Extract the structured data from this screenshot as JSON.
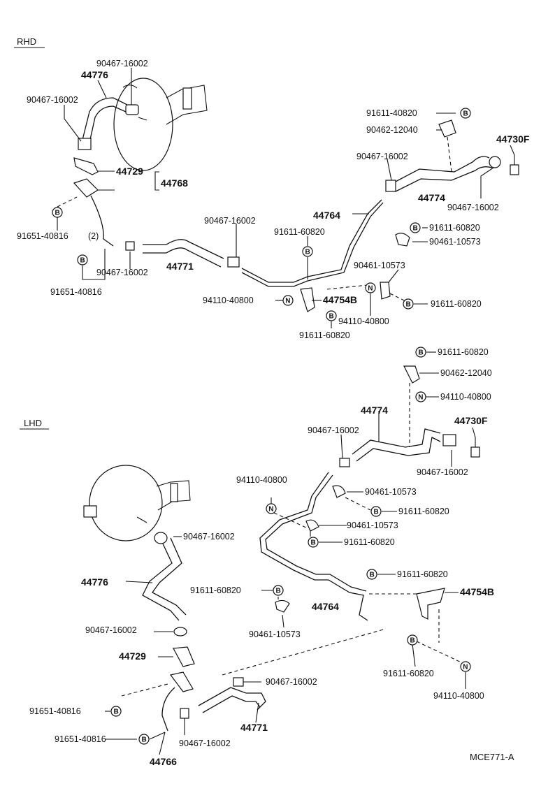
{
  "sections": {
    "rhd": "RHD",
    "lhd": "LHD"
  },
  "drawing_code": "MCE771-A",
  "symbols": {
    "bolt": "B",
    "nut": "N"
  },
  "rhd": {
    "p90467_top": "90467-16002",
    "p44776": "44776",
    "p90467_left": "90467-16002",
    "p44729": "44729",
    "p44768": "44768",
    "p91651_a": "91651-40816",
    "p91651_a_qty": "(2)",
    "p90467_lower": "90467-16002",
    "p91651_b": "91651-40816",
    "p90467_mid": "90467-16002",
    "p44771": "44771",
    "p91611_mid": "91611-60820",
    "p44764": "44764",
    "p91611_top": "91611-40820",
    "p90462": "90462-12040",
    "p90467_right": "90467-16002",
    "p44774": "44774",
    "p44730f": "44730F",
    "p90467_far": "90467-16002",
    "p91611_r": "91611-60820",
    "p90461_r": "90461-10573",
    "p90461_c": "90461-10573",
    "p94110_l": "94110-40800",
    "p44754b": "44754B",
    "p94110_c": "94110-40800",
    "p91611_rr": "91611-60820",
    "p91611_bot": "91611-60820"
  },
  "lhd": {
    "p91611_top": "91611-60820",
    "p90462": "90462-12040",
    "p94110_top": "94110-40800",
    "p44774": "44774",
    "p44730f": "44730F",
    "p90467_a": "90467-16002",
    "p90467_b": "90467-16002",
    "p94110_l": "94110-40800",
    "p90461_a": "90461-10573",
    "p91611_a": "91611-60820",
    "p90467_boost": "90467-16002",
    "p90461_b": "90461-10573",
    "p91611_b": "91611-60820",
    "p44776": "44776",
    "p91611_c": "91611-60820",
    "p91611_d": "91611-60820",
    "p44764": "44764",
    "p44754b": "44754B",
    "p90461_c": "90461-10573",
    "p90467_c": "90467-16002",
    "p44729": "44729",
    "p90467_d": "90467-16002",
    "p91611_e": "91611-60820",
    "p91651_a": "91651-40816",
    "p44771": "44771",
    "p94110_r": "94110-40800",
    "p91651_b": "91651-40816",
    "p90467_e": "90467-16002",
    "p44766": "44766"
  }
}
